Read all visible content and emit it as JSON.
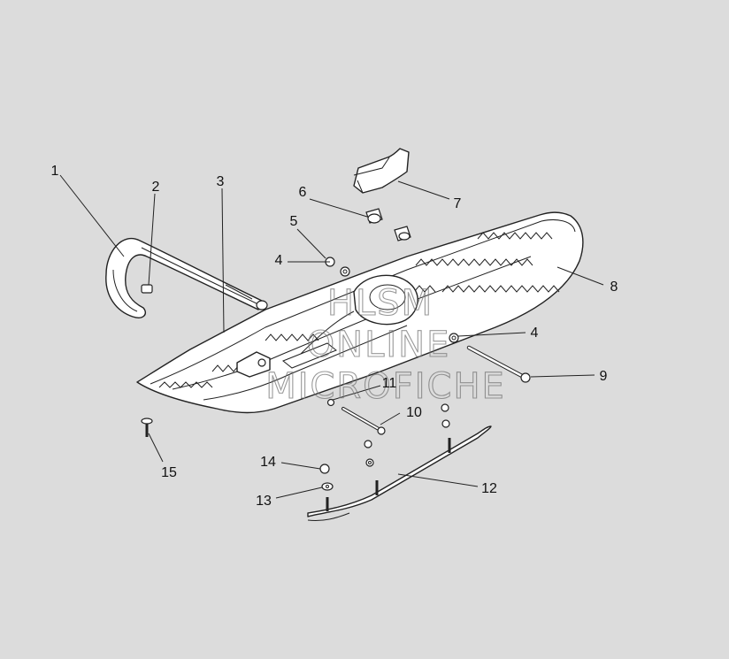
{
  "diagram": {
    "background": "#dcdcdc",
    "line_color": "#222222",
    "callouts": [
      {
        "id": "c1",
        "label": "1"
      },
      {
        "id": "c2",
        "label": "2"
      },
      {
        "id": "c3",
        "label": "3"
      },
      {
        "id": "c4a",
        "label": "4"
      },
      {
        "id": "c4b",
        "label": "4"
      },
      {
        "id": "c5",
        "label": "5"
      },
      {
        "id": "c6",
        "label": "6"
      },
      {
        "id": "c7",
        "label": "7"
      },
      {
        "id": "c8",
        "label": "8"
      },
      {
        "id": "c9",
        "label": "9"
      },
      {
        "id": "c10",
        "label": "10"
      },
      {
        "id": "c11",
        "label": "11"
      },
      {
        "id": "c12",
        "label": "12"
      },
      {
        "id": "c13",
        "label": "13"
      },
      {
        "id": "c14",
        "label": "14"
      },
      {
        "id": "c15",
        "label": "15"
      }
    ],
    "watermark": {
      "line1": "HLSM",
      "line2": "ONLINE",
      "line3": "MICROFICHE"
    }
  }
}
